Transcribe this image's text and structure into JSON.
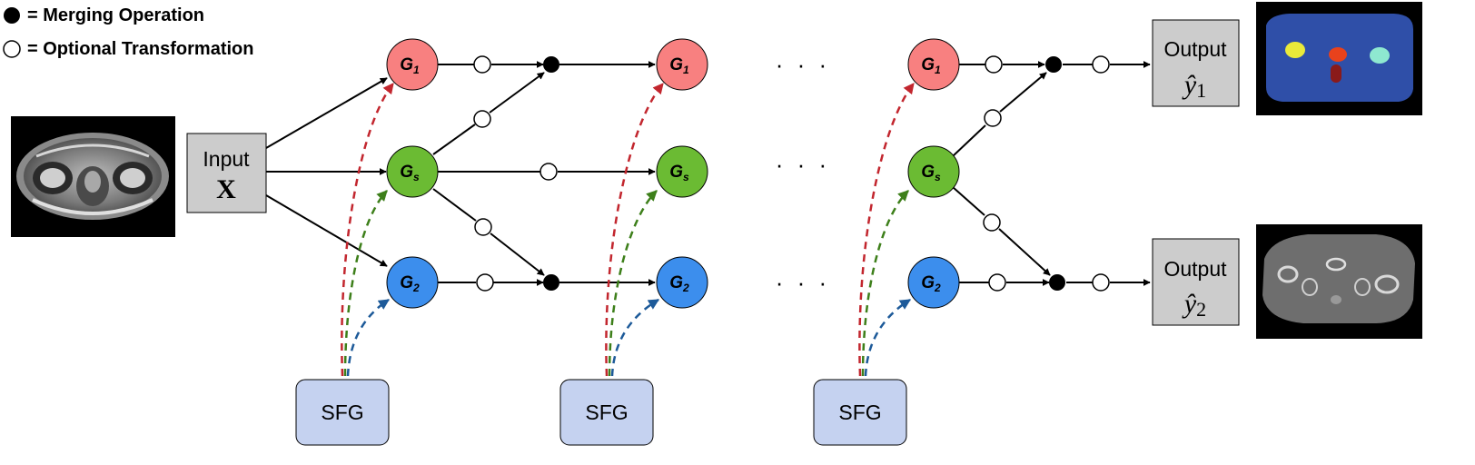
{
  "legend": {
    "merging": "= Merging Operation",
    "optional": "= Optional Transformation"
  },
  "input": {
    "label": "Input",
    "symbol": "X"
  },
  "outputs": [
    {
      "label": "Output",
      "symbol": "ŷ",
      "subscript": "1"
    },
    {
      "label": "Output",
      "symbol": "ŷ",
      "subscript": "2"
    }
  ],
  "nodes": {
    "g1": {
      "main": "G",
      "sub": "1"
    },
    "gs": {
      "main": "G",
      "sub": "s"
    },
    "g2": {
      "main": "G",
      "sub": "2"
    }
  },
  "sfg_label": "SFG",
  "ellipsis": "· · ·",
  "colors": {
    "g1_fill": "#f88080",
    "gs_fill": "#6bbb33",
    "g2_fill": "#3c8eed",
    "sfg_fill": "#c5d2f0",
    "gray_box": "#cccccc",
    "arrow_red": "#c2262e",
    "arrow_green": "#3d7f1a",
    "arrow_blue": "#1d5a99",
    "seg_background": "#2f4fa8",
    "seg_yellow": "#eaea3a",
    "seg_orange": "#e8421c",
    "seg_cyan": "#8ee8d0",
    "seg_darkred": "#8a1a1a"
  }
}
